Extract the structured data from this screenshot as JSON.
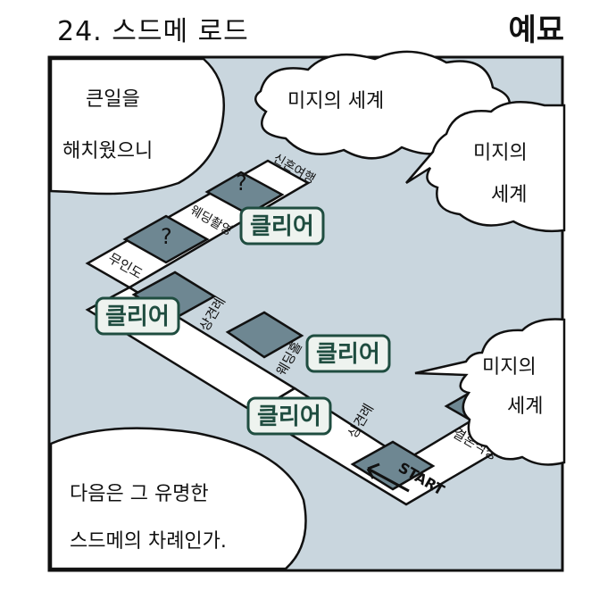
{
  "header": {
    "title": "24. 스드메 로드",
    "author": "예묘"
  },
  "bubbles": {
    "top_left": [
      "큰일을",
      "해치웠으니"
    ],
    "bottom_left": [
      "다음은 그 유명한",
      "스드메의 차례인가."
    ]
  },
  "tiles": {
    "start": "START",
    "s1": "상견례",
    "s2": "결혼식장",
    "s3": "웨딩홀",
    "s4": "상견례",
    "s5": "웨딩촬영",
    "s6": "무인도",
    "s7": "?",
    "s8": "?",
    "s9": "신혼여행"
  },
  "clear_badges": [
    "클리어",
    "클리어",
    "클리어",
    "클리어"
  ],
  "clouds": {
    "top": "미지의 세계",
    "right_top": [
      "미지의",
      "세계"
    ],
    "right_bottom": [
      "미지의",
      "세계"
    ]
  },
  "colors": {
    "background": "#c9d6de",
    "dark_tile": "#6e8792",
    "badge": "#1f4d40",
    "badge_fill": "#eef3ef"
  }
}
